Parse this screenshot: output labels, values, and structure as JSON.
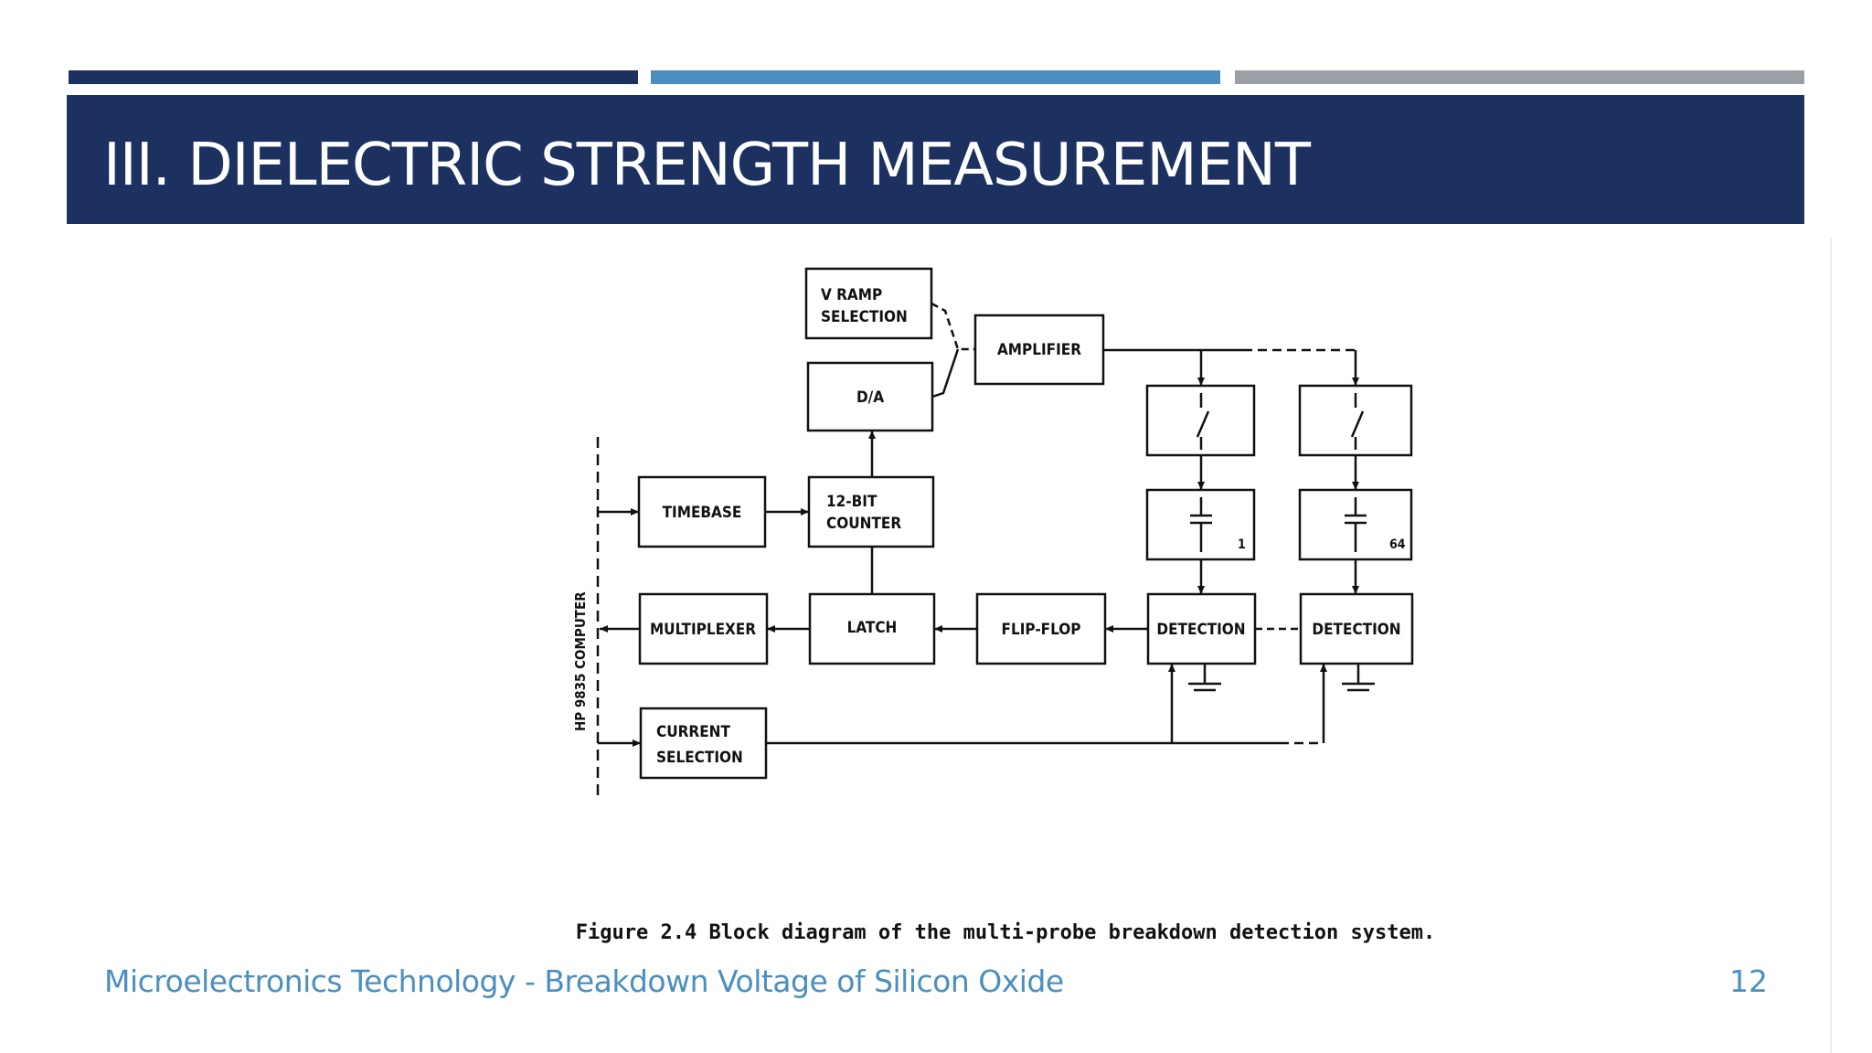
{
  "slide": {
    "title": "III. DIELECTRIC STRENGTH MEASUREMENT",
    "footer": "Microelectronics Technology - Breakdown Voltage of Silicon Oxide",
    "page_number": "12"
  },
  "colors": {
    "bar_dark": "#1c315f",
    "bar_mid": "#4a8fbf",
    "bar_gray": "#9aa0a6",
    "title_band": "#1c315f",
    "footer_text": "#4a8fbf"
  },
  "diagram": {
    "blocks": {
      "vramp": [
        "V RAMP",
        "SELECTION"
      ],
      "amplifier": "AMPLIFIER",
      "da": "D/A",
      "timebase": "TIMEBASE",
      "counter": [
        "12-BIT",
        "COUNTER"
      ],
      "multiplexer": "MULTIPLEXER",
      "latch": "LATCH",
      "flipflop": "FLIP-FLOP",
      "detection1": "DETECTION",
      "detection64": "DETECTION",
      "current": [
        "CURRENT",
        "SELECTION"
      ]
    },
    "side_label": "HP 9835 COMPUTER",
    "probe_first": "1",
    "probe_last": "64",
    "caption": "Figure 2.4 Block diagram of the multi-probe breakdown detection system."
  }
}
